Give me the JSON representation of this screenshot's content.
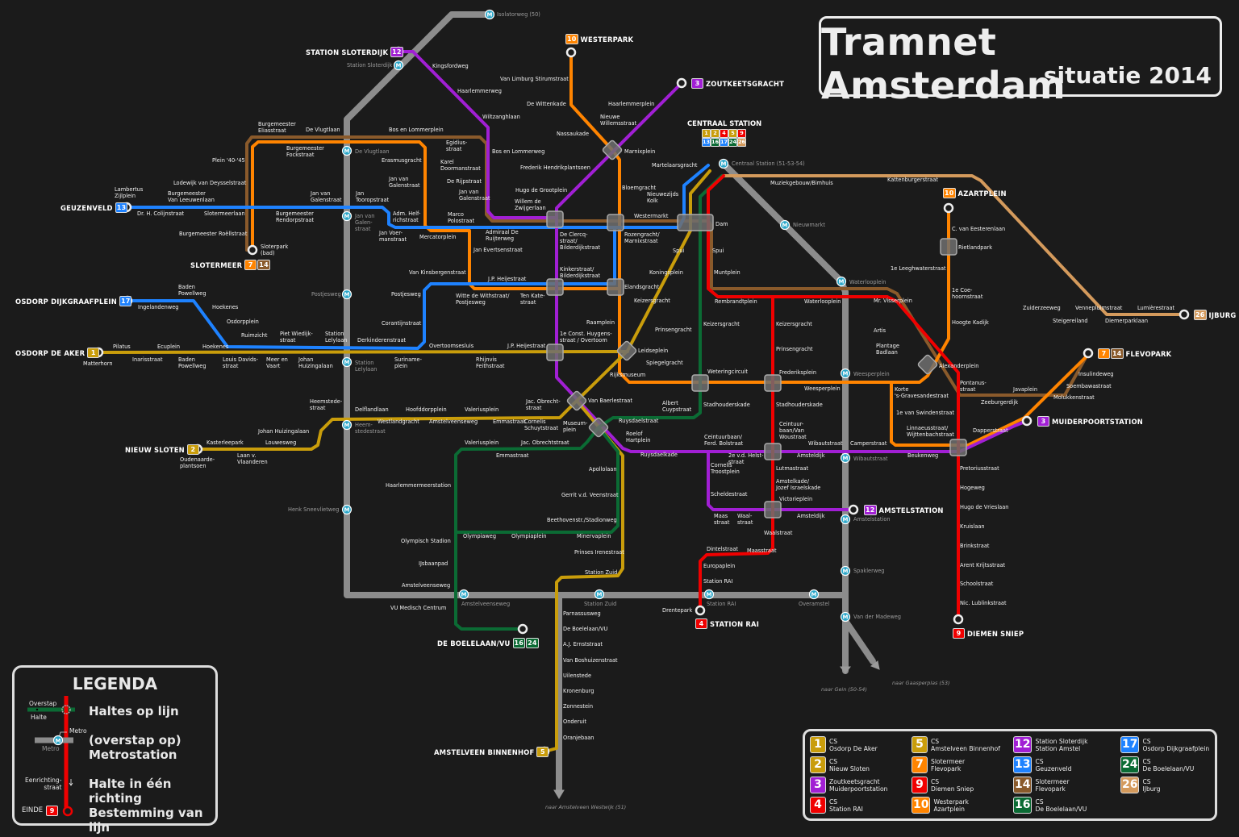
{
  "title": {
    "main": "Tramnet Amsterdam",
    "sub": "situatie 2014"
  },
  "lines": [
    {
      "number": "1",
      "color": "#c99d0b"
    },
    {
      "number": "2",
      "color": "#c99d0b"
    },
    {
      "number": "3",
      "color": "#a11fd4"
    },
    {
      "number": "4",
      "color": "#f00000"
    },
    {
      "number": "5",
      "color": "#c99d0b"
    },
    {
      "number": "7",
      "color": "#ff8400"
    },
    {
      "number": "9",
      "color": "#f00000"
    },
    {
      "number": "10",
      "color": "#ff8400"
    },
    {
      "number": "12",
      "color": "#a11fd4"
    },
    {
      "number": "13",
      "color": "#1e82ff"
    },
    {
      "number": "14",
      "color": "#8a5a2b"
    },
    {
      "number": "16",
      "color": "#0b6b34"
    },
    {
      "number": "17",
      "color": "#1e82ff"
    },
    {
      "number": "24",
      "color": "#0b6b34"
    },
    {
      "number": "26",
      "color": "#d49a5c"
    }
  ],
  "metro_color": "#8c8c8c",
  "metro_icon": "metro-m-icon",
  "central_station": {
    "name": "CENTRAAL STATION",
    "lines": [
      "1",
      "2",
      "4",
      "5",
      "9",
      "13",
      "16",
      "17",
      "24",
      "26"
    ]
  },
  "terminals": [
    {
      "name": "STATION SLOTERDIJK",
      "lines": [
        "12"
      ]
    },
    {
      "name": "WESTERPARK",
      "lines": [
        "10"
      ]
    },
    {
      "name": "ZOUTKEETSGRACHT",
      "lines": [
        "3"
      ]
    },
    {
      "name": "GEUZENVELD",
      "lines": [
        "13"
      ]
    },
    {
      "name": "SLOTERMEER",
      "lines": [
        "7",
        "14"
      ]
    },
    {
      "name": "OSDORP DIJKGRAAFPLEIN",
      "lines": [
        "17"
      ]
    },
    {
      "name": "OSDORP DE AKER",
      "lines": [
        "1"
      ]
    },
    {
      "name": "NIEUW SLOTEN",
      "lines": [
        "2"
      ]
    },
    {
      "name": "AZARTPLEIN",
      "lines": [
        "10"
      ]
    },
    {
      "name": "IJBURG",
      "lines": [
        "26"
      ]
    },
    {
      "name": "FLEVOPARK",
      "lines": [
        "7",
        "14"
      ]
    },
    {
      "name": "MUIDERPOORTSTATION",
      "lines": [
        "3"
      ]
    },
    {
      "name": "AMSTELSTATION",
      "lines": [
        "12"
      ]
    },
    {
      "name": "STATION RAI",
      "lines": [
        "4"
      ]
    },
    {
      "name": "DIEMEN SNIEP",
      "lines": [
        "9"
      ]
    },
    {
      "name": "DE BOELELAAN/VU",
      "lines": [
        "16",
        "24"
      ]
    },
    {
      "name": "AMSTELVEEN BINNENHOF",
      "lines": [
        "5"
      ]
    }
  ],
  "stations": [
    "Burgemeester\nEliasstraat",
    "De Vlugtlaan",
    "Bos en Lommerplein",
    "Burgemeester\nFockstraat",
    "Plein '40-'45",
    "Lodewijk van Deysselstraat",
    "Lambertus\nZijlplein",
    "Burgemeester\nVan Leeuwenlaan",
    "Dr. H. Colijnstraat",
    "Slotermeerlaan",
    "Jan van\nGalenstraat",
    "Jan\nTooropstraat",
    "Burgemeester\nRendorpstraat",
    "Burgemeester Roëllstraat",
    "Sloterpark\n(bad)",
    "Egidius-\nstraat",
    "Erasmusgracht",
    "Karel\nDoormanstraat",
    "Jan van\nGalenstraat",
    "De Rijpstraat",
    "Jan van\nGalenstraat",
    "Adm. Helf-\nrichstraat",
    "Marco\nPolostraat",
    "Jan Voer-\nmanstraat",
    "Mercatorplein",
    "Admiraal De\nRuijterweg",
    "Jan Evertsenstraat",
    "Kingsfordweg",
    "Haarlemmerweg",
    "Wiltzanghlaan",
    "Bos en Lommerweg",
    "Frederik Hendrikplantsoen",
    "Hugo de Grootplein",
    "Willem de\nZwijgerlaan",
    "Van Limburg Stirumstraat",
    "De Wittenkade",
    "Nassaukade",
    "Haarlemmerplein",
    "Nieuwe\nWillemsstraat",
    "Marnixplein",
    "Bloemgracht",
    "De Clercq-\nstraat/\nBilderdijkstraat",
    "Westermarkt",
    "Rozengracht/\nMarnixstraat",
    "Martelaarsgracht",
    "Nieuwezijds\nKolk",
    "Dam",
    "Spui",
    "Spui",
    "Koningsplein",
    "Muntplein",
    "Kinkerstraat/\nBilderdijkstraat",
    "Elandsgracht",
    "Van Kinsbergenstraat",
    "J.P. Heijestraat",
    "Postjesweg",
    "Witte de Withstraat/\nPostjesweg",
    "Ten Kate-\nstraat",
    "Corantijnstraat",
    "Keizersgracht",
    "Raamplein",
    "Prinsengracht",
    "1e Const. Huygens-\nstraat / Overtoom",
    "Leidseplein",
    "Spiegelgracht",
    "Rijksmuseum",
    "Van Baerlestraat",
    "Jac. Obrecht-\nstraat",
    "Museum-\nplein",
    "Ruysdaelstraat",
    "Albert\nCuypstraat",
    "Roelof\nHartplein",
    "Ruysdaelkade",
    "Keizersgracht",
    "Weteringcircuit",
    "Stadhouderskade",
    "Rembrandtplein",
    "Keizersgracht",
    "Prinsengracht",
    "Frederiksplein",
    "Stadhouderskade",
    "Ceintuur-\nbaan/Van\nWoustraat",
    "Waterlooplein",
    "Weesperplein",
    "Ceintuurbaan/\nFerd. Bolstraat",
    "2e v.d. Helst-\nstraat",
    "Wibautstraat",
    "Amsteldijk",
    "Camperstraat",
    "Cornelis\nTroostplein",
    "Lutmastraat",
    "Amstelkade/\nJozef Israelskade",
    "Scheldestraat",
    "Victorieplein",
    "Maas\nstraat",
    "Waal-\nstraat",
    "Amsteldijk",
    "Waalstraat",
    "Dintelstraat",
    "Maasstraat",
    "Europaplein",
    "Station RAI",
    "Drentepark",
    "Mr. Visserplein",
    "Artis",
    "Plantage\nBadlaan",
    "Alexanderplein",
    "Korte\n's-Gravesandestraat",
    "1e van Swindenstraat",
    "Linnaeusstraat/\nWijttenbachstraat",
    "Beukenweg",
    "Pontanus-\nstraat",
    "Zeeburgerdijk",
    "Javaplein",
    "Dapperstraat",
    "Molukkenstraat",
    "Soembawastraat",
    "Insulindeweg",
    "1e Leeghwaterstraat",
    "1e Coe-\nhoornstraat",
    "Hoogte Kadijk",
    "C. van Eesterenlaan",
    "Rietlandpark",
    "Kattenburgerstraat",
    "Muziekgebouw/Bimhuis",
    "Zuiderzeeweg",
    "Steigereiland",
    "Vennepluimstraat",
    "Diemerparklaan",
    "Lumièrestraat",
    "Pretoriusstraat",
    "Hogeweg",
    "Hugo de Vrieslaan",
    "Kruislaan",
    "Brinkstraat",
    "Arent Krijtsstraat",
    "Schoolstraat",
    "Nic. Lublinkstraat",
    "Baden\nPowellweg",
    "Ingelandenweg",
    "Hoekenes",
    "Osdorpplein",
    "Ruimzicht",
    "Piet Wiedijk-\nstraat",
    "Station\nLelylaan",
    "Derkinderenstraat",
    "Overtoomsesluis",
    "J.P. Heijestraat",
    "Pilatus",
    "Ecuplein",
    "Hoekenes",
    "Matterhorn",
    "Inarisstraat",
    "Baden\nPowellweg",
    "Louis Davids-\nstraat",
    "Meer en\nVaart",
    "Johan\nHuizingalaan",
    "Suriname-\nplein",
    "Rhijnvis\nFeithstraat",
    "Heemstede-\nstraat",
    "Delflandlaan",
    "Hoofddorpplein",
    "Valeriusplein",
    "Westlandgracht",
    "Amstelveenseweg",
    "Emmastraat",
    "Cornelis\nSchuytstraat",
    "Johan Huizingalaan",
    "Kasterleepark",
    "Louwesweg",
    "Oudenaarde-\nplantsoen",
    "Laan v.\nVlaanderen",
    "Valeriusplein",
    "Jac. Obrechtstraat",
    "Emmastraat",
    "Apollolaan",
    "Haarlemmermeerstation",
    "Gerrit v.d. Veenstraat",
    "Beethovenstr./Stadionweg",
    "Olympiaweg",
    "Olympiaplein",
    "Minervaplein",
    "Olympisch Stadion",
    "IJsbaanpad",
    "Prinses Irenestraat",
    "Amstelveenseweg",
    "Station Zuid",
    "VU Medisch Centrum",
    "Parnassusweg",
    "De Boelelaan/VU",
    "A.J. Ernststraat",
    "Van Boshuizenstraat",
    "Uilenstede",
    "Kronenburg",
    "Zonnestein",
    "Onderuit",
    "Oranjebaan"
  ],
  "metro_stations": [
    "Isolatorweg (50)",
    "Station Sloterdijk",
    "De Vlugtlaan",
    "Jan van\nGalen-\nstraat",
    "Postjesweg",
    "Station\nLelylaan",
    "Heem-\nstedestraat",
    "Henk Sneevlietweg",
    "Amstelveenseweg",
    "Station Zuid",
    "Station RAI",
    "Overamstel",
    "Van der Madeweg",
    "Spaklerweg",
    "Amstelstation",
    "Wibautstraat",
    "Weesperplein",
    "Waterlooplein",
    "Nieuwmarkt",
    "Centraal Station (51-53-54)"
  ],
  "directions": [
    "naar Gein (50-54)",
    "naar Gaasperplas (53)",
    "naar Amstelveen Westwijk (51)"
  ],
  "legend": {
    "title": "LEGENDA",
    "overstap": "Overstap",
    "halte": "Halte",
    "metro_small": "Metro",
    "metro_label": "Metro",
    "eenrichting": "Eenrichting-\nstraat",
    "einde": "EINDE",
    "einde_line": "9",
    "items": [
      "Haltes op lijn",
      "(overstap op)\nMetrostation",
      "Halte in één richting",
      "Bestemming van lijn"
    ]
  },
  "line_legend": [
    {
      "number": "1",
      "from": "CS",
      "to": "Osdorp De Aker"
    },
    {
      "number": "2",
      "from": "CS",
      "to": "Nieuw Sloten"
    },
    {
      "number": "3",
      "from": "Zoutkeetsgracht",
      "to": "Muiderpoortstation"
    },
    {
      "number": "4",
      "from": "CS",
      "to": "Station RAI"
    },
    {
      "number": "5",
      "from": "CS",
      "to": "Amstelveen Binnenhof"
    },
    {
      "number": "7",
      "from": "Slotermeer",
      "to": "Flevopark"
    },
    {
      "number": "9",
      "from": "CS",
      "to": "Diemen Sniep"
    },
    {
      "number": "10",
      "from": "Westerpark",
      "to": "Azartplein"
    },
    {
      "number": "12",
      "from": "Station Sloterdijk",
      "to": "Station Amstel"
    },
    {
      "number": "13",
      "from": "CS",
      "to": "Geuzenveld"
    },
    {
      "number": "14",
      "from": "Slotermeer",
      "to": "Flevopark"
    },
    {
      "number": "16",
      "from": "CS",
      "to": "De Boelelaan/VU"
    },
    {
      "number": "17",
      "from": "CS",
      "to": "Osdorp Dijkgraafplein"
    },
    {
      "number": "24",
      "from": "CS",
      "to": "De Boelelaan/VU"
    },
    {
      "number": "26",
      "from": "CS",
      "to": "IJburg"
    }
  ]
}
